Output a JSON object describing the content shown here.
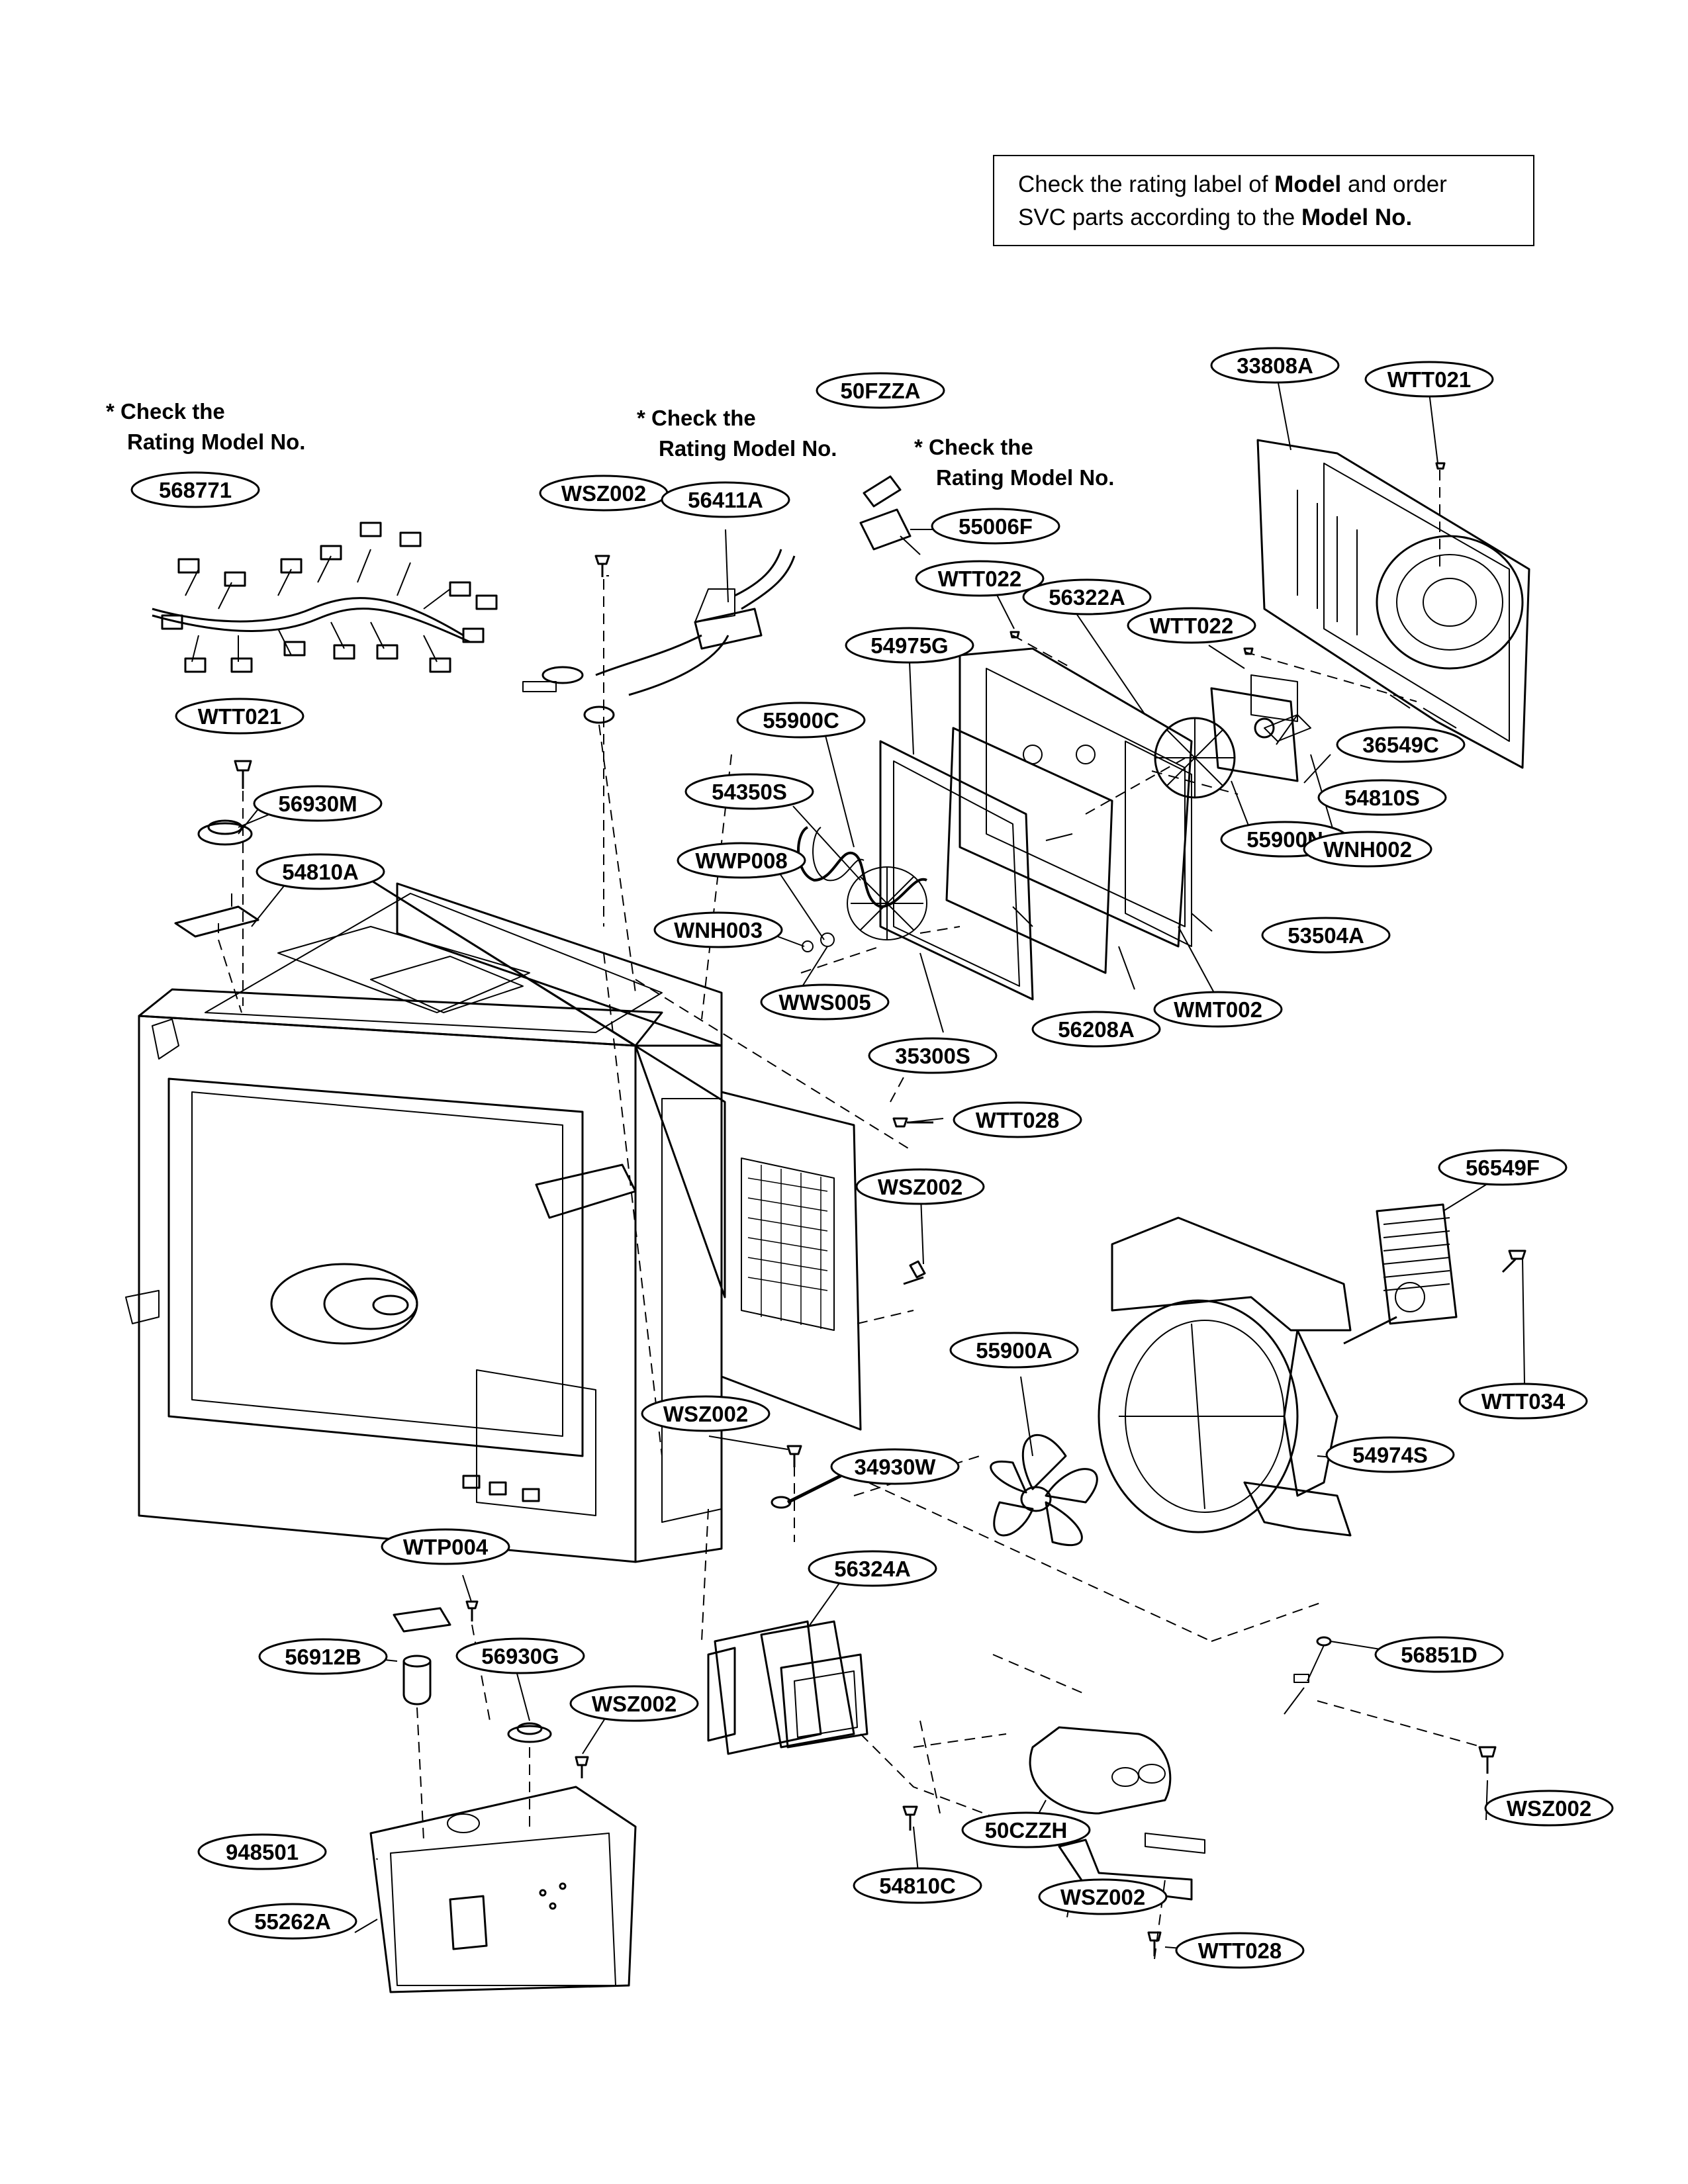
{
  "note": {
    "line1_pre": "Check the rating label of ",
    "line1_bold": "Model",
    "line1_post": " and order",
    "line2_pre": "SVC parts according to the ",
    "line2_bold": "Model No."
  },
  "check_notes": [
    {
      "line1": "* Check the",
      "line2": "Rating Model No."
    },
    {
      "line1": "* Check the",
      "line2": "Rating Model No."
    },
    {
      "line1": "* Check the",
      "line2": "Rating Model No."
    }
  ],
  "part_labels": [
    "568771",
    "WSZ002",
    "56411A",
    "50FZZA",
    "55006F",
    "33808A",
    "WTT021",
    "WTT022",
    "56322A",
    "WTT022",
    "54975G",
    "36549C",
    "54810S",
    "55900C",
    "55900N",
    "WNH002",
    "54350S",
    "WWP008",
    "WNH003",
    "WWS005",
    "53504A",
    "56208A",
    "WMT002",
    "35300S",
    "WTT021",
    "56930M",
    "54810A",
    "WTT028",
    "WSZ002",
    "56549F",
    "55900A",
    "WTT034",
    "WSZ002",
    "34930W",
    "54974S",
    "56324A",
    "WTP004",
    "56912B",
    "56930G",
    "WSZ002",
    "56851D",
    "948501",
    "50CZZH",
    "WSZ002",
    "55262A",
    "54810C",
    "WSZ002",
    "WTT028"
  ]
}
